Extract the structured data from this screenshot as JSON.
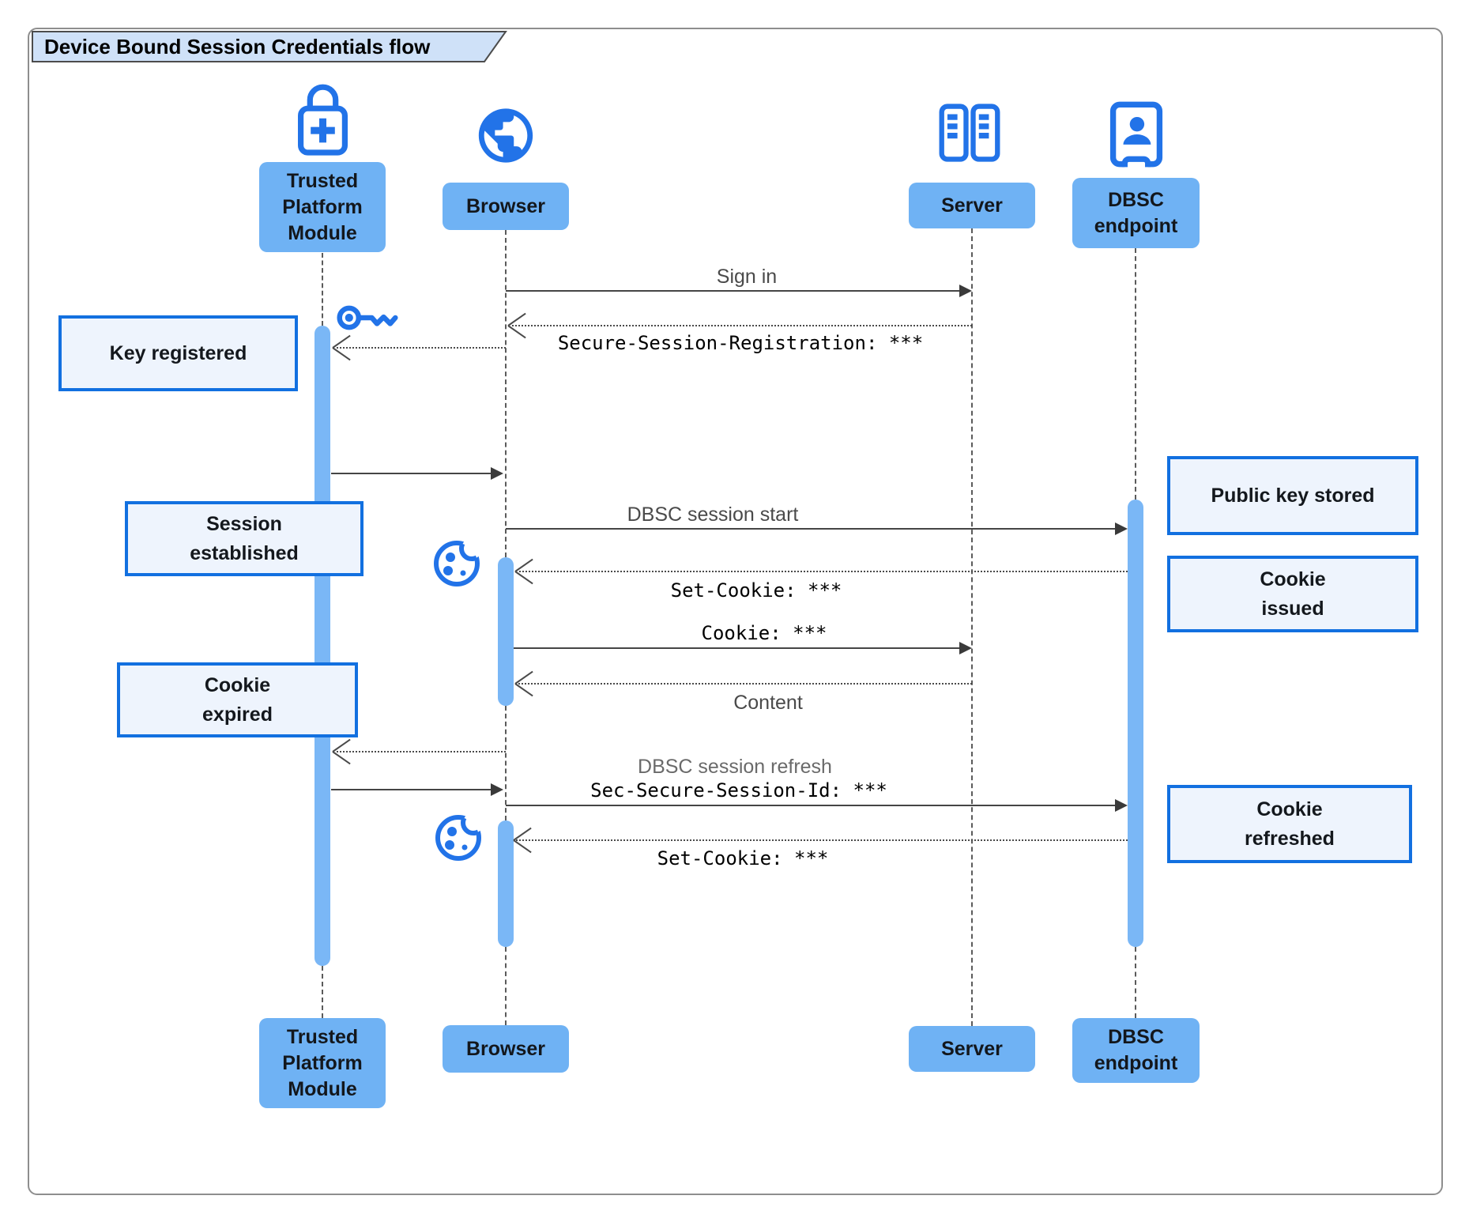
{
  "title": "Device Bound Session Credentials flow",
  "actors": {
    "tpm": {
      "label": "Trusted Platform Module",
      "icon": "lock-plus-icon"
    },
    "browser": {
      "label": "Browser",
      "icon": "globe-icon"
    },
    "server": {
      "label": "Server",
      "icon": "server-racks-icon"
    },
    "dbsc": {
      "label": "DBSC endpoint",
      "icon": "door-person-icon"
    }
  },
  "messages": {
    "sign_in": {
      "label": "Sign in",
      "from": "browser",
      "to": "server",
      "style": "solid"
    },
    "secure_session_registration": {
      "label": "Secure-Session-Registration: ***",
      "from": "server",
      "to": "browser",
      "style": "dashed"
    },
    "key_handoff": {
      "label": "",
      "from": "browser",
      "to": "tpm",
      "style": "dashed"
    },
    "key_return": {
      "label": "",
      "from": "tpm",
      "to": "browser",
      "style": "solid"
    },
    "dbsc_session_start": {
      "label": "DBSC session start",
      "from": "browser",
      "to": "dbsc",
      "style": "solid"
    },
    "set_cookie_1": {
      "label": "Set-Cookie: ***",
      "from": "dbsc",
      "to": "browser",
      "style": "dashed"
    },
    "cookie": {
      "label": "Cookie: ***",
      "from": "browser",
      "to": "server",
      "style": "solid"
    },
    "content": {
      "label": "Content",
      "from": "server",
      "to": "browser",
      "style": "dashed"
    },
    "refresh_handoff": {
      "label": "",
      "from": "browser",
      "to": "tpm",
      "style": "dashed"
    },
    "refresh_return": {
      "label": "",
      "from": "tpm",
      "to": "browser",
      "style": "solid"
    },
    "dbsc_session_refresh": {
      "label": "DBSC session refresh",
      "from": "browser",
      "to": "dbsc",
      "style": "solid"
    },
    "sec_secure_session_id": {
      "label": "Sec-Secure-Session-Id: ***",
      "from": "browser",
      "to": "dbsc",
      "style": "solid"
    },
    "set_cookie_2": {
      "label": "Set-Cookie: ***",
      "from": "dbsc",
      "to": "browser",
      "style": "dashed"
    }
  },
  "notes": {
    "key_registered": "Key registered",
    "session_established": "Session established",
    "cookie_expired": "Cookie expired",
    "public_key_stored": "Public key stored",
    "cookie_issued": "Cookie issued",
    "cookie_refreshed": "Cookie refreshed"
  },
  "decoration_icons": {
    "key": "key-icon",
    "cookie_first": "cookie-icon",
    "cookie_second": "cookie-icon"
  },
  "colors": {
    "accent": "#2273e8",
    "actorFill": "#6fb2f4",
    "actFill": "#7ab7f6",
    "noteFill": "#eef4fd",
    "noteBorder": "#1270e0",
    "titleFill": "#cfe1f8"
  }
}
